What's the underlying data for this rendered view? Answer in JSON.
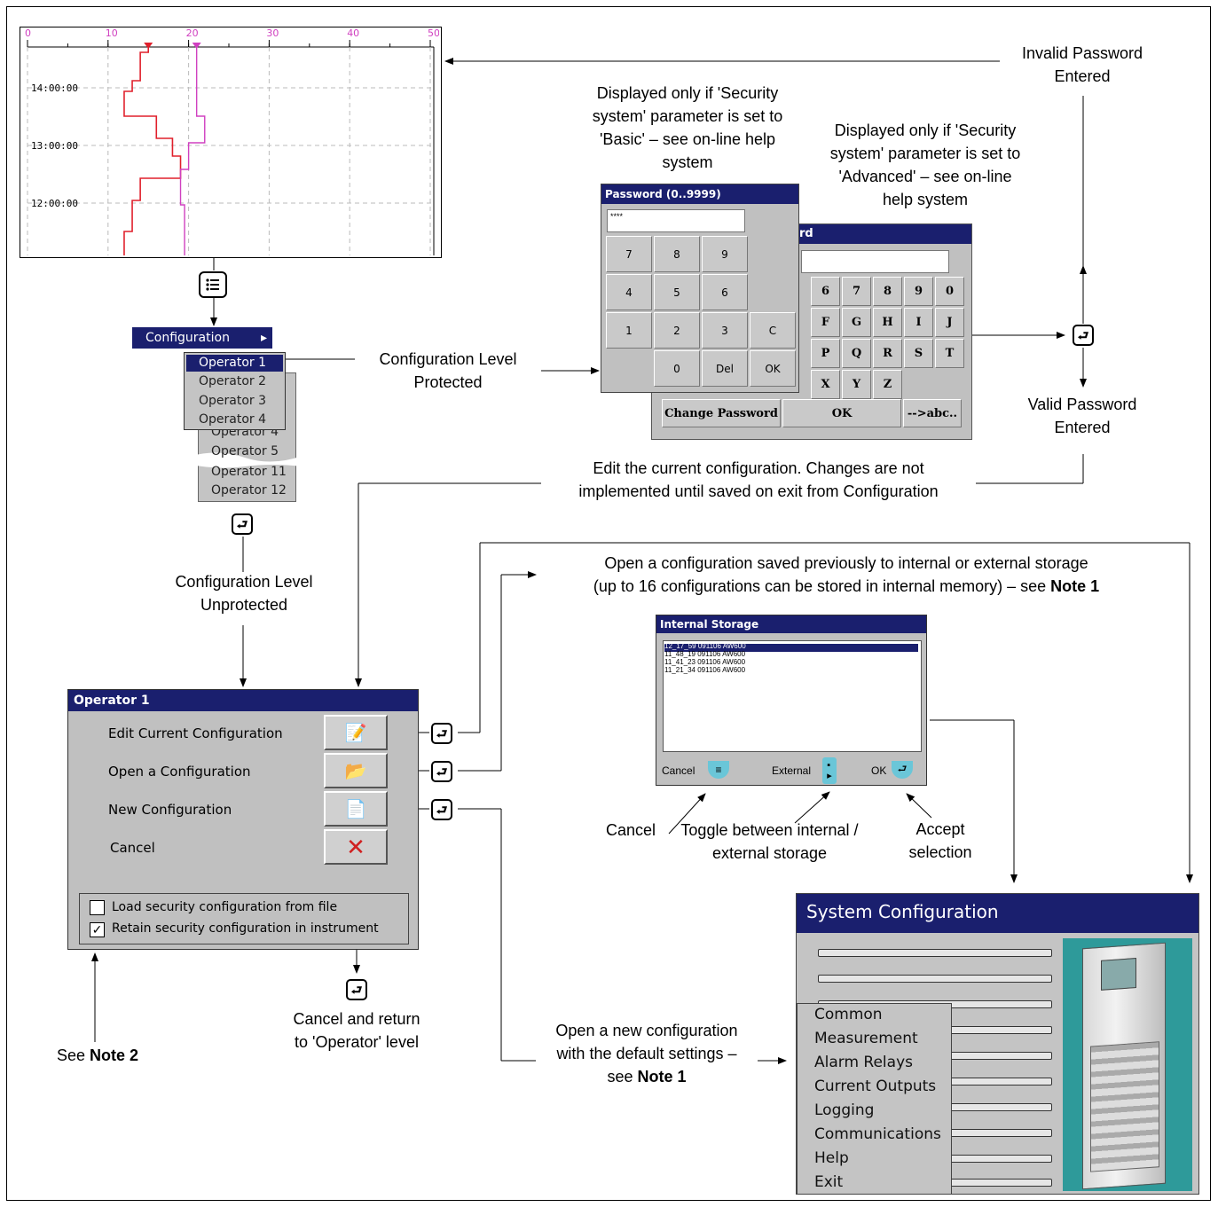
{
  "chart": {
    "x_ticks": [
      "0",
      "10",
      "20",
      "30",
      "40",
      "50"
    ],
    "times": [
      "14:00:00",
      "13:00:00",
      "12:00:00"
    ],
    "colors": {
      "red": "#e0202c",
      "pink": "#d040c0"
    }
  },
  "menu_icon": "list-menu-icon",
  "config_menu": {
    "label": "Configuration",
    "arrow": "▸"
  },
  "operator_menu": {
    "items": [
      "Operator 1",
      "Operator 2",
      "Operator 3",
      "Operator 4"
    ],
    "behind_items": [
      "Operator 4",
      "Operator 5",
      "Operator 11",
      "Operator 12"
    ]
  },
  "password_basic": {
    "title": "Password (0..9999)",
    "value": "****",
    "keys": [
      "7",
      "8",
      "9",
      "4",
      "5",
      "6",
      "1",
      "2",
      "3",
      "C",
      "0",
      "Del",
      "OK"
    ]
  },
  "password_advanced": {
    "title_fragment": "rd",
    "keys": [
      "6",
      "7",
      "8",
      "9",
      "0",
      "F",
      "G",
      "H",
      "I",
      "J",
      "P",
      "Q",
      "R",
      "S",
      "T",
      "X",
      "Y",
      "Z"
    ],
    "bottom": [
      "Change Password",
      "OK",
      "-->abc.."
    ]
  },
  "operator_dialog": {
    "title": "Operator 1",
    "options": [
      "Edit Current Configuration",
      "Open a Configuration",
      "New Configuration",
      "Cancel"
    ],
    "checkboxes": [
      {
        "label": "Load security configuration from file",
        "checked": false
      },
      {
        "label": "Retain security configuration in instrument",
        "checked": true
      }
    ]
  },
  "internal_storage": {
    "title": "Internal Storage",
    "files": [
      "12_17_59 091106 AW600",
      "11_48_19 091106 AW600",
      "11_41_23 091106 AW600",
      "11_21_34 091106 AW600"
    ],
    "footer": [
      "Cancel",
      "External",
      "OK"
    ]
  },
  "system_config": {
    "title": "System Configuration",
    "items": [
      "Common",
      "Measurement",
      "Alarm Relays",
      "Current Outputs",
      "Logging",
      "Communications",
      "Help",
      "Exit"
    ],
    "panel_color": "#2e9a9a"
  },
  "annotations": {
    "invalid_pw": [
      "Invalid Password",
      "Entered"
    ],
    "basic_note": [
      "Displayed only if 'Security",
      "system' parameter is set to",
      "'Basic' – see on-line help",
      "system"
    ],
    "advanced_note": [
      "Displayed only if 'Security",
      "system' parameter is set to",
      "'Advanced' – see on-line",
      "help system"
    ],
    "config_protected": [
      "Configuration Level",
      "Protected"
    ],
    "valid_pw": [
      "Valid Password",
      "Entered"
    ],
    "edit_current": [
      "Edit the current configuration. Changes are not",
      "implemented until saved on exit from Configuration"
    ],
    "open_config_1": "Open a configuration saved previously to internal or external storage",
    "open_config_2": "(up to 16 configurations can be stored in internal memory) – see ",
    "note1": "Note 1",
    "config_unprotected": [
      "Configuration Level",
      "Unprotected"
    ],
    "cancel": "Cancel",
    "toggle": [
      "Toggle between internal /",
      "external storage"
    ],
    "accept": [
      "Accept",
      "selection"
    ],
    "cancel_return": [
      "Cancel and return",
      "to 'Operator' level"
    ],
    "see": "See ",
    "note2": "Note 2",
    "new_config": [
      "Open a new configuration",
      "with the default settings –",
      "see "
    ]
  }
}
